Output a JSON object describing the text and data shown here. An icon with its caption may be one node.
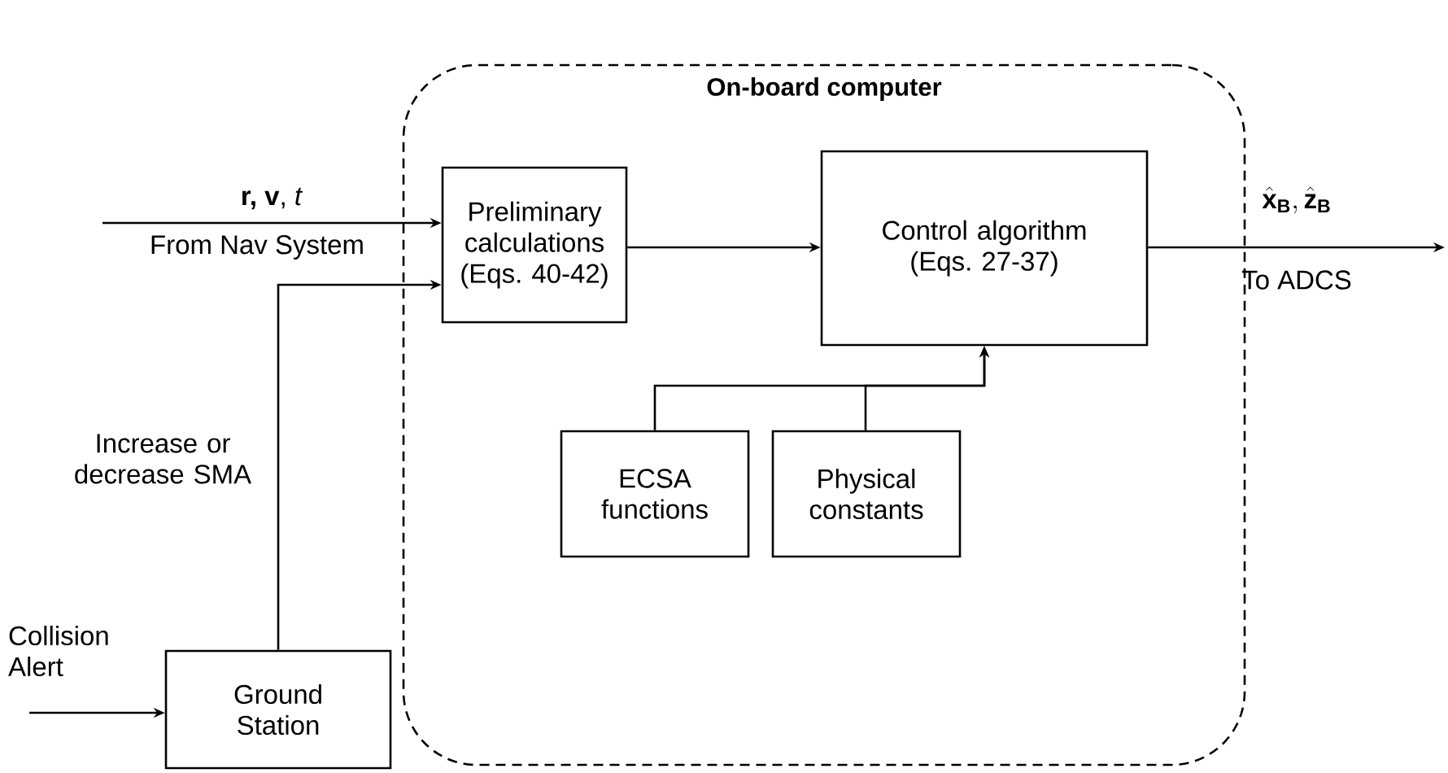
{
  "diagram": {
    "nodes": [
      {
        "text": [
          "On-board computer"
        ]
      },
      {
        "text": [
          "Preliminary calculations (Eqs. 40-42)"
        ],
        "in": 0
      },
      {
        "text": [
          "Control algorithm (Eqs. 27-37)"
        ],
        "in": 0
      },
      {
        "text": [
          "ECSA functions"
        ],
        "in": 0
      },
      {
        "text": [
          "Physical constants"
        ],
        "in": 0
      },
      {
        "text": [
          "Ground Station"
        ]
      }
    ],
    "edges": [
      {
        "from": null,
        "to": 1,
        "arrow": "to",
        "label": "**r, v**, *t*"
      },
      {
        "from": 5,
        "to": 1,
        "arrow": "to",
        "label": "Increase or decrease SMA"
      },
      {
        "from": 1,
        "to": 2,
        "arrow": "to"
      },
      {
        "from": 3,
        "to": 2,
        "arrow": "to"
      },
      {
        "from": 4,
        "to": 2,
        "arrow": "to"
      },
      {
        "from": 2,
        "to": null,
        "arrow": "to",
        "label": "\\hat{\\mathbf{x}}_{\\mathbf{B}},\\hat{\\mathbf{z}}_{\\mathbf{B}}"
      },
      {
        "from": null,
        "to": 5,
        "arrow": "to",
        "label": "Collision Alert"
      }
    ],
    "labels": [
      "From Nav System",
      "To ADCS"
    ]
  }
}
